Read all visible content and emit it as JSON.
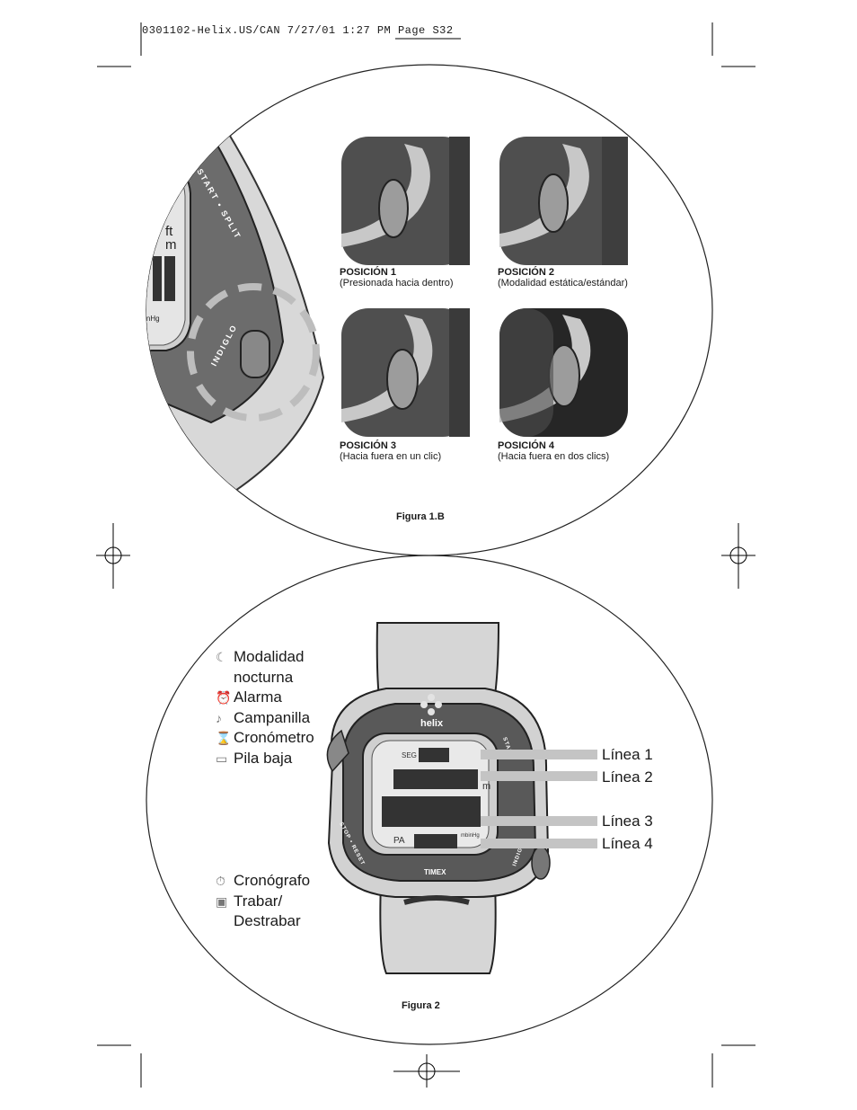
{
  "header": {
    "slug": "0301102-Helix.US/CAN  7/27/01  1:27 PM  Page S32"
  },
  "figure1b": {
    "bezel_labels": {
      "start_split": "START • SPLIT",
      "indiglo": "INDIGLO",
      "ft": "ft",
      "m": "m",
      "mbinhg": "mbinHg"
    },
    "positions": [
      {
        "title": "POSICIÓN 1",
        "desc": "(Presionada hacia dentro)"
      },
      {
        "title": "POSICIÓN 2",
        "desc": "(Modalidad estática/estándar)"
      },
      {
        "title": "POSICIÓN 3",
        "desc": "(Hacia fuera en un clic)"
      },
      {
        "title": "POSICIÓN 4",
        "desc": "(Hacia fuera en dos clics)"
      }
    ],
    "caption": "Figura 1.B"
  },
  "figure2": {
    "legend_top": [
      {
        "icon": "moon-icon",
        "text1": "Modalidad",
        "text2": "nocturna"
      },
      {
        "icon": "alarm-icon",
        "text1": "Alarma"
      },
      {
        "icon": "chime-icon",
        "text1": "Campanilla"
      },
      {
        "icon": "hourglass-icon",
        "text1": "Cronómetro"
      },
      {
        "icon": "battery-icon",
        "text1": "Pila baja"
      }
    ],
    "legend_bottom": [
      {
        "icon": "chronograph-icon",
        "text1": "Cronógrafo"
      },
      {
        "icon": "lock-icon",
        "text1": "Trabar/",
        "text2": "Destrabar"
      }
    ],
    "lines": [
      "Línea 1",
      "Línea 2",
      "Línea 3",
      "Línea 4"
    ],
    "watch": {
      "brand": "helix",
      "maker": "TIMEX",
      "seg": "SEG",
      "pa": "PA",
      "unit_m": "m",
      "unit_mbinhg": "mbinHg",
      "stop_reset": "STOP • RESET",
      "start": "START",
      "indiglo": "INDIGLO"
    },
    "caption": "Figura 2"
  }
}
